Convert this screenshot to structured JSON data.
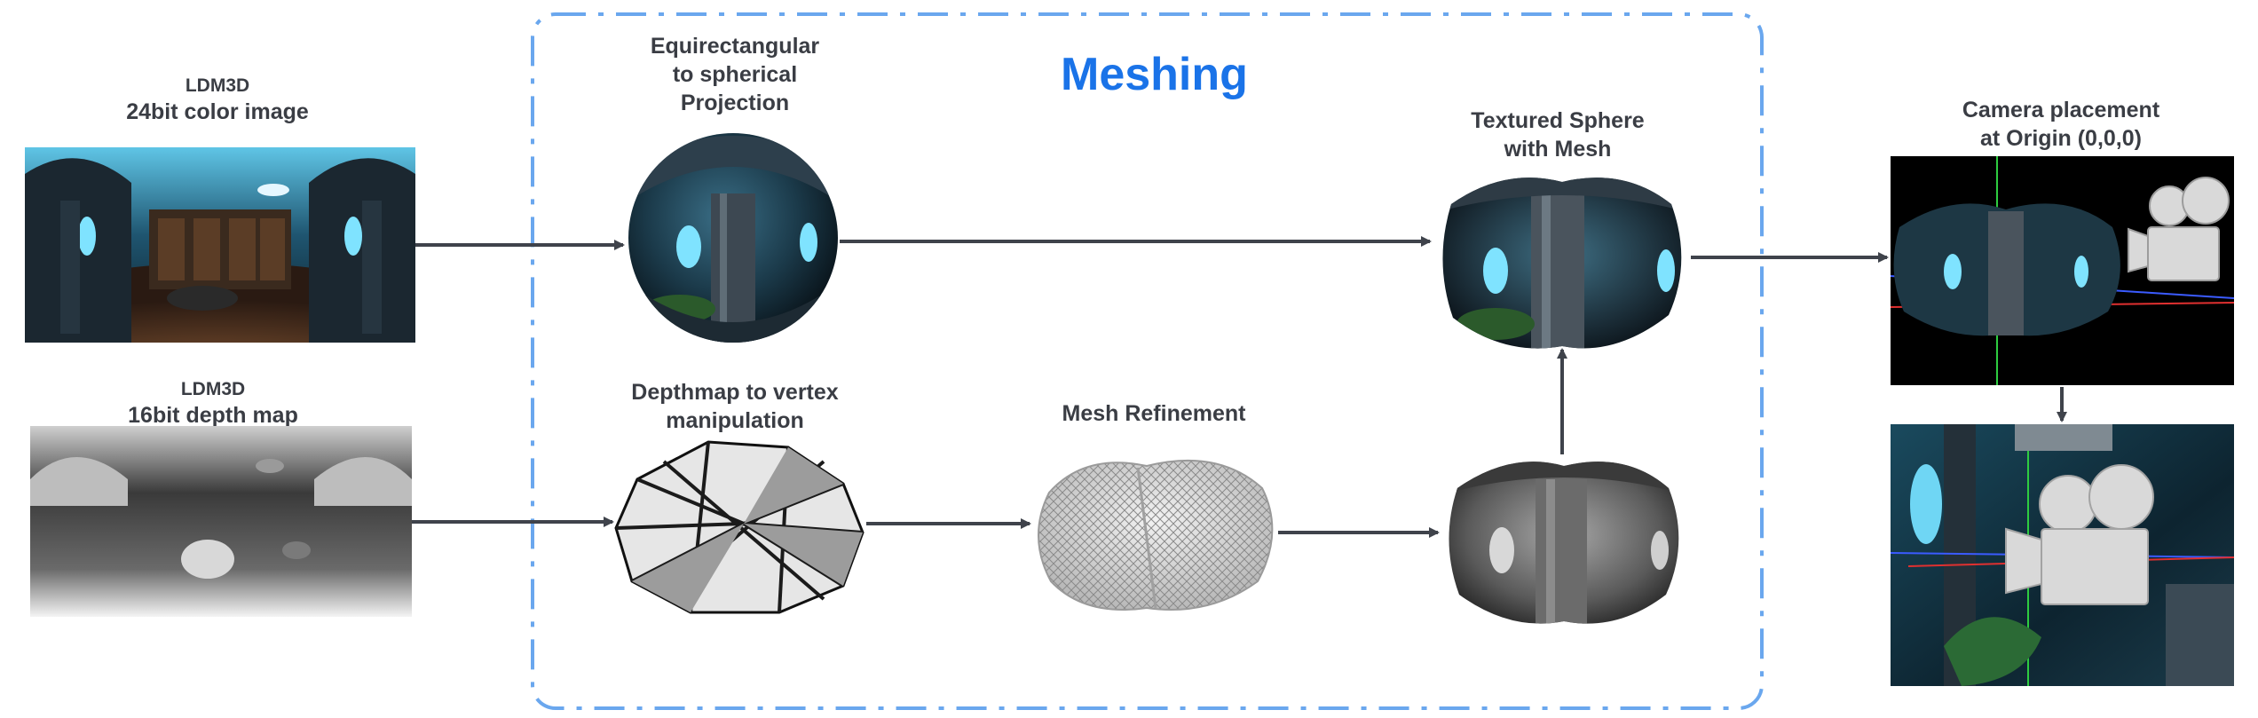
{
  "group": {
    "title": "Meshing"
  },
  "nodes": {
    "color_image": {
      "kicker": "LDM3D",
      "title": "24bit color image"
    },
    "depth_map": {
      "kicker": "LDM3D",
      "title": "16bit depth map"
    },
    "projection": {
      "line1": "Equirectangular",
      "line2": "to spherical",
      "line3": "Projection"
    },
    "vertex": {
      "line1": "Depthmap to vertex",
      "line2": "manipulation"
    },
    "refinement": {
      "line1": "Mesh Refinement"
    },
    "textured": {
      "line1": "Textured Sphere",
      "line2": "with Mesh"
    },
    "camera": {
      "line1": "Camera placement",
      "line2": "at Origin (0,0,0)"
    }
  },
  "colors": {
    "accent": "#1a73e8",
    "border": "#6aa7ee",
    "arrow": "#3f434b",
    "text": "#3a3d44"
  }
}
